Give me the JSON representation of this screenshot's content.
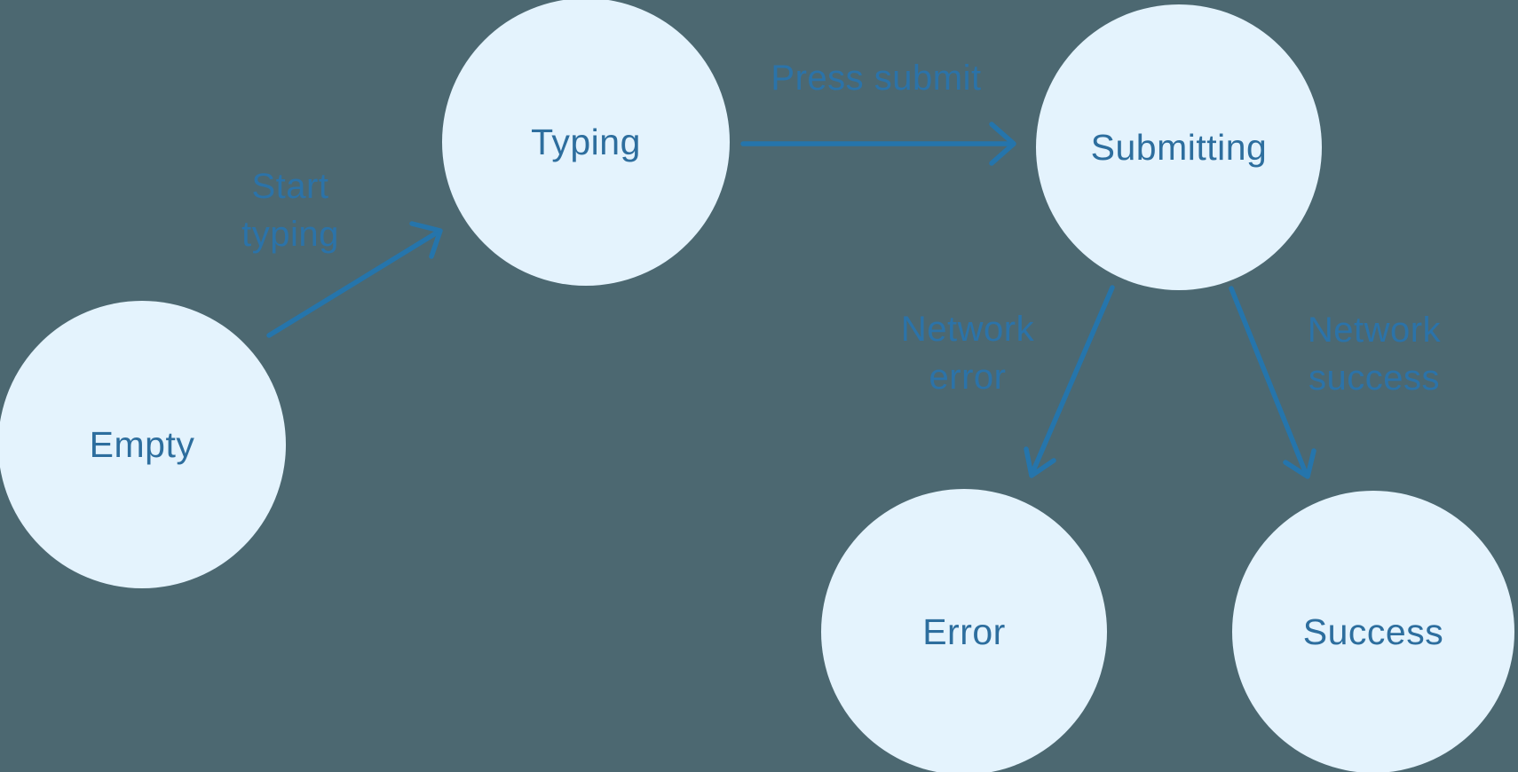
{
  "colors": {
    "background": "#4C6871",
    "node_fill": "#E4F3FD",
    "node_text": "#2D6E9E",
    "arrow": "#2575AC",
    "edge_label_text": "#2B73A9"
  },
  "diagram": {
    "type": "state-machine-flow",
    "nodes": [
      {
        "id": "empty",
        "label": "Empty"
      },
      {
        "id": "typing",
        "label": "Typing"
      },
      {
        "id": "submitting",
        "label": "Submitting"
      },
      {
        "id": "error",
        "label": "Error"
      },
      {
        "id": "success",
        "label": "Success"
      }
    ],
    "edges": [
      {
        "from": "empty",
        "to": "typing",
        "label": "Start typing",
        "line1": "Start",
        "line2": "typing"
      },
      {
        "from": "typing",
        "to": "submitting",
        "label": "Press submit",
        "line1": "Press submit",
        "line2": null
      },
      {
        "from": "submitting",
        "to": "error",
        "label": "Network error",
        "line1": "Network",
        "line2": "error"
      },
      {
        "from": "submitting",
        "to": "success",
        "label": "Network success",
        "line1": "Network",
        "line2": "success"
      }
    ]
  }
}
